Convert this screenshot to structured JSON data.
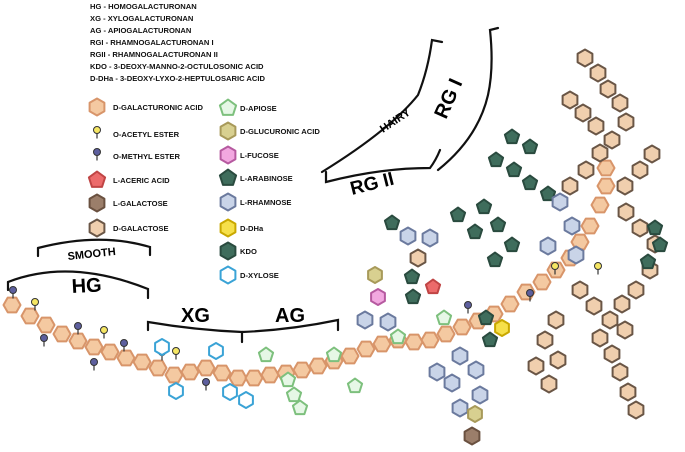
{
  "abbreviations": [
    "HG - HOMOGALACTURONAN",
    "XG - XYLOGALACTURONAN",
    "AG - APIOGALACTURONAN",
    "RGI - RHAMNOGALACTURONAN I",
    "RGII - RHAMNOGALACTURONAN II",
    "KDO - 3-DEOXY-MANNO-2-OCTULOSONIC ACID",
    "D-DHa - 3-DEOXY-LYXO-2-HEPTULOSARIC ACID"
  ],
  "legend_left": [
    {
      "label": "D-GALACTURONIC ACID",
      "shape": "hex",
      "fill": "#f4c9a1",
      "stroke": "#d8956a"
    },
    {
      "label": "O-ACETYL ESTER",
      "shape": "pin",
      "fill": "#f5e663",
      "stroke": "#333333"
    },
    {
      "label": "O-METHYL ESTER",
      "shape": "pin",
      "fill": "#5d5f9e",
      "stroke": "#333333"
    },
    {
      "label": "L-ACERIC ACID",
      "shape": "pent",
      "fill": "#ec6b6b",
      "stroke": "#c04545"
    },
    {
      "label": "L-GALACTOSE",
      "shape": "hex",
      "fill": "#9b7e6a",
      "stroke": "#6a5140"
    },
    {
      "label": "D-GALACTOSE",
      "shape": "hex",
      "fill": "#f0cfae",
      "stroke": "#6a5646"
    }
  ],
  "legend_right": [
    {
      "label": "D-APIOSE",
      "shape": "pent",
      "fill": "#e6f7e6",
      "stroke": "#7dc07d"
    },
    {
      "label": "D-GLUCURONIC ACID",
      "shape": "hex",
      "fill": "#d8d090",
      "stroke": "#a89a5a"
    },
    {
      "label": "L-FUCOSE",
      "shape": "hex",
      "fill": "#f2a8e0",
      "stroke": "#b65aa0"
    },
    {
      "label": "L-ARABINOSE",
      "shape": "pent",
      "fill": "#3f6d5c",
      "stroke": "#2a4b3f"
    },
    {
      "label": "L-RHAMNOSE",
      "shape": "hex",
      "fill": "#c9d4e8",
      "stroke": "#6b7a9e"
    },
    {
      "label": "D-DHa",
      "shape": "hex",
      "fill": "#f6e04a",
      "stroke": "#c9a800"
    },
    {
      "label": "KDO",
      "shape": "hex",
      "fill": "#3f6d5c",
      "stroke": "#2a4b3f"
    },
    {
      "label": "D-XYLOSE",
      "shape": "hex",
      "fill": "#ffffff",
      "stroke": "#3aa3d6"
    }
  ],
  "regions": {
    "smooth": "SMOOTH",
    "hg": "HG",
    "xg": "XG",
    "ag": "AG",
    "hairy": "HAIRY",
    "rg1": "RG I",
    "rg2": "RG II"
  },
  "colors": {
    "galA": "#f4c9a1",
    "galA_stroke": "#d8956a",
    "gal": "#f0cfae",
    "gal_stroke": "#6a5646",
    "rha": "#c9d4e8",
    "rha_stroke": "#6b7a9e",
    "ara": "#3f6d5c",
    "ara_stroke": "#2a4b3f",
    "api": "#e6f7e6",
    "api_stroke": "#7dc07d",
    "xyl": "#ffffff",
    "xyl_stroke": "#3aa3d6",
    "acetyl": "#f5e663",
    "methyl": "#5d5f9e"
  }
}
